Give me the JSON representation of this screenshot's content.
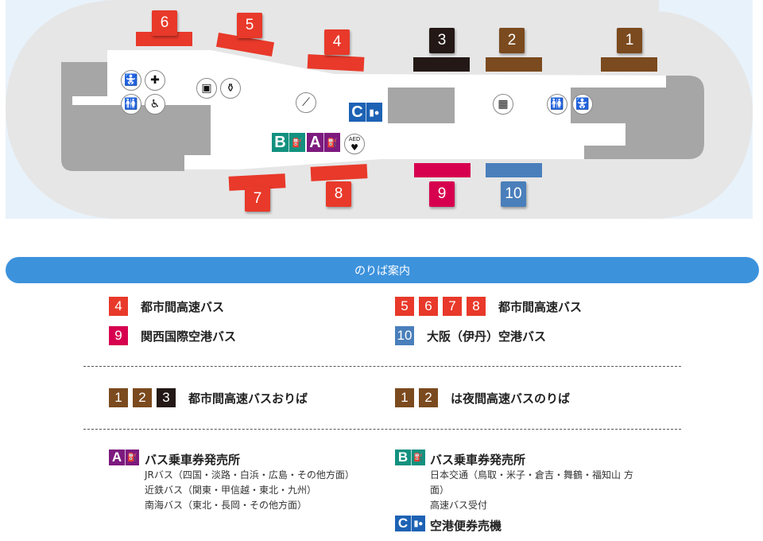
{
  "colors": {
    "red": "#e8392a",
    "brown": "#7b4a1e",
    "black": "#231815",
    "crimson": "#d6004f",
    "blue": "#4a7fbb",
    "purple": "#7d1a7e",
    "teal": "#13917f",
    "ticket_blue": "#1d62b4",
    "banner": "#3d92dc"
  },
  "map": {
    "bays": [
      {
        "label": "1",
        "color": "brown"
      },
      {
        "label": "2",
        "color": "brown"
      },
      {
        "label": "3",
        "color": "black"
      },
      {
        "label": "4",
        "color": "red"
      },
      {
        "label": "5",
        "color": "red"
      },
      {
        "label": "6",
        "color": "red"
      },
      {
        "label": "7",
        "color": "red"
      },
      {
        "label": "8",
        "color": "red"
      },
      {
        "label": "9",
        "color": "crimson"
      },
      {
        "label": "10",
        "color": "blue"
      }
    ],
    "facility_icons": [
      "baby-changing-icon",
      "first-aid-icon",
      "restroom-icon",
      "wheelchair-icon",
      "coin-locker-icon",
      "vending-machine-icon",
      "escalator-icon",
      "elevator-icon",
      "restroom-icon",
      "baby-changing-icon",
      "aed-icon"
    ],
    "tags": [
      {
        "letter": "A",
        "color": "purple"
      },
      {
        "letter": "B",
        "color": "teal"
      },
      {
        "letter": "C",
        "color": "ticket_blue"
      }
    ],
    "aed_label": "AED"
  },
  "banner": "のりば案内",
  "legend": {
    "row1a": {
      "badges": [
        "4"
      ],
      "text": "都市間高速バス"
    },
    "row1b": {
      "badges": [
        "5",
        "6",
        "7",
        "8"
      ],
      "text": "都市間高速バス"
    },
    "row2a": {
      "badges": [
        "9"
      ],
      "text": "関西国際空港バス"
    },
    "row2b": {
      "badges": [
        "10"
      ],
      "text": "大阪（伊丹）空港バス"
    },
    "row3a": {
      "badges": [
        "1",
        "2",
        "3"
      ],
      "text": "都市間高速バスおりば"
    },
    "row3b": {
      "badges": [
        "1",
        "2"
      ],
      "text": "は夜間高速バスのりば"
    }
  },
  "offices": {
    "A": {
      "title": "バス乗車券発売所",
      "lines": [
        "JRバス（四国・淡路・白浜・広島・その他方面）",
        "近鉄バス（関東・甲信越・東北・九州）",
        "南海バス（東北・長岡・その他方面）"
      ]
    },
    "B": {
      "title": "バス乗車券発売所",
      "lines": [
        "日本交通（鳥取・米子・倉吉・舞鶴・福知山 方",
        "面）",
        "高速バス受付"
      ]
    },
    "C": {
      "title": "空港便券売機"
    }
  }
}
